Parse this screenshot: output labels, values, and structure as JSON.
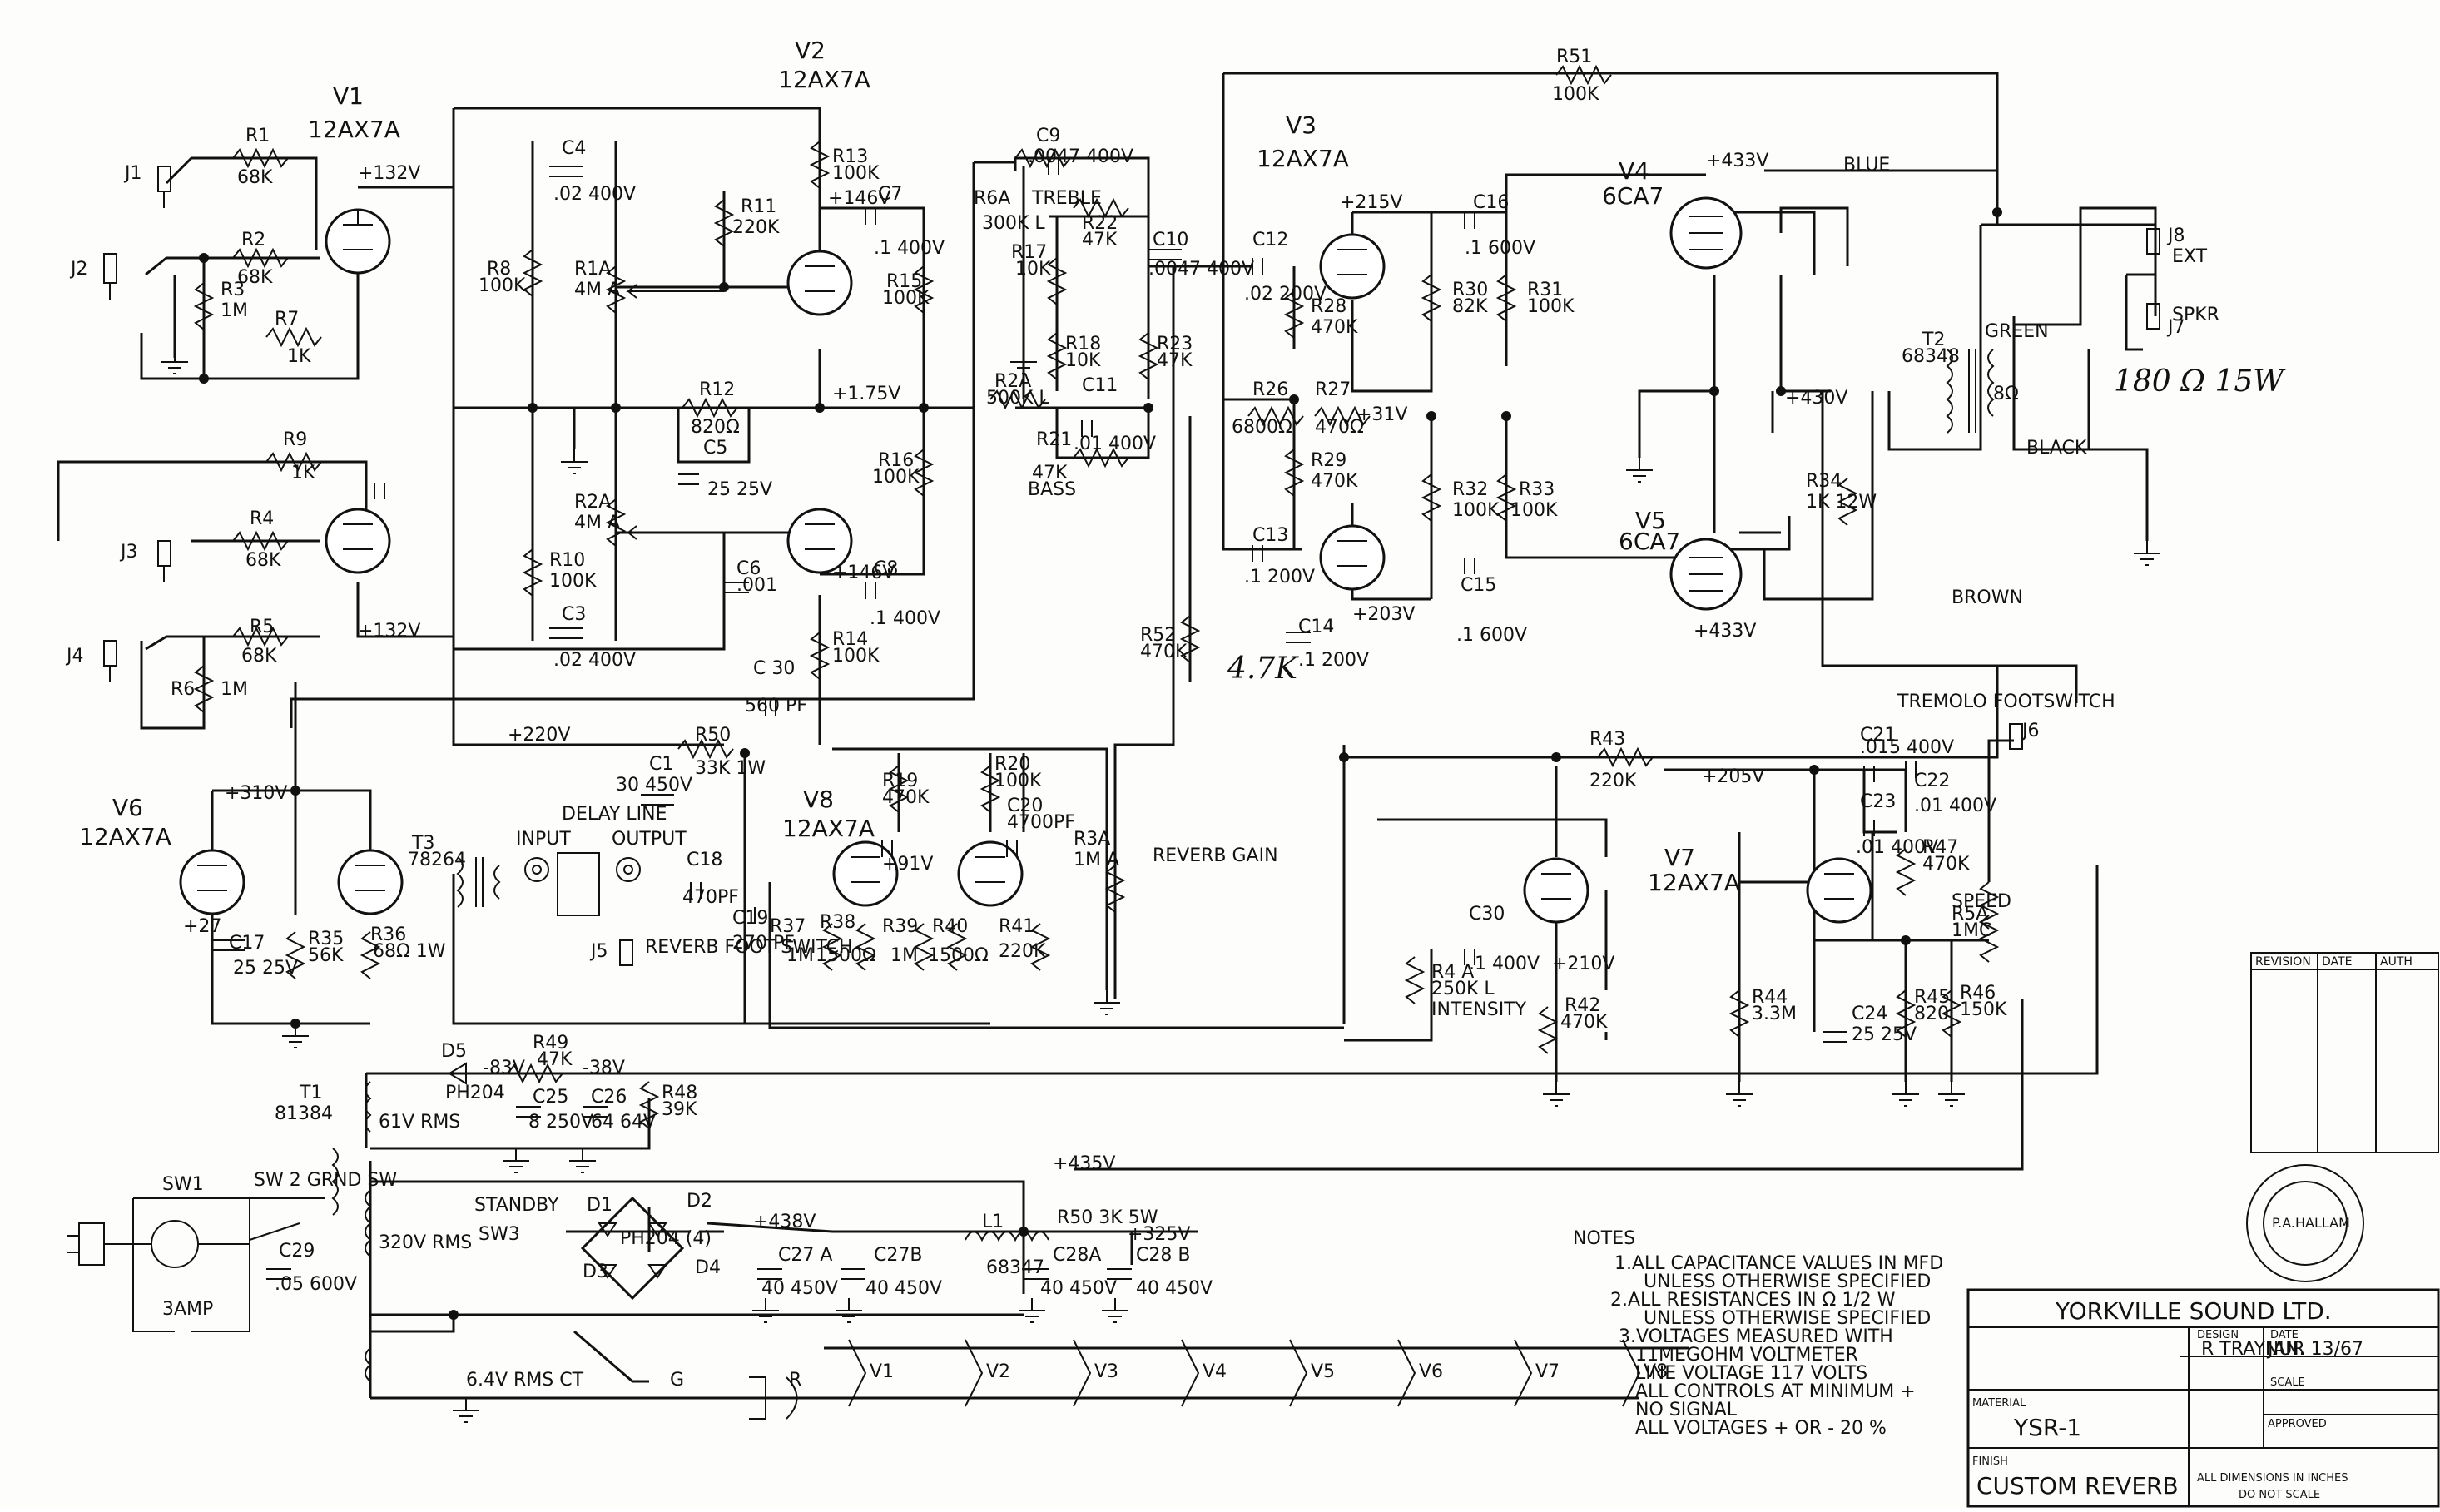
{
  "tubes": [
    {
      "id": "V1",
      "type": "12AX7A"
    },
    {
      "id": "V2",
      "type": "12AX7A"
    },
    {
      "id": "V3",
      "type": "12AX7A"
    },
    {
      "id": "V4",
      "type": "6CA7"
    },
    {
      "id": "V5",
      "type": "6CA7"
    },
    {
      "id": "V6",
      "type": "12AX7A"
    },
    {
      "id": "V7",
      "type": "12AX7A"
    },
    {
      "id": "V8",
      "type": "12AX7A"
    }
  ],
  "jacks": [
    "J1",
    "J2",
    "J3",
    "J4",
    "J5",
    "J6",
    "J7",
    "J8"
  ],
  "resistors": [
    {
      "ref": "R1",
      "value": "68K"
    },
    {
      "ref": "R2",
      "value": "68K"
    },
    {
      "ref": "R3",
      "value": "1M"
    },
    {
      "ref": "R4",
      "value": "68K"
    },
    {
      "ref": "R5",
      "value": "68K"
    },
    {
      "ref": "R6",
      "value": "1M"
    },
    {
      "ref": "R7",
      "value": "1K"
    },
    {
      "ref": "R8",
      "value": "100K"
    },
    {
      "ref": "R9",
      "value": "1K"
    },
    {
      "ref": "R10",
      "value": "100K"
    },
    {
      "ref": "R11",
      "value": "220K"
    },
    {
      "ref": "R12",
      "value": "820Ω"
    },
    {
      "ref": "R13",
      "value": "100K"
    },
    {
      "ref": "R14",
      "value": "100K"
    },
    {
      "ref": "R15",
      "value": "100K"
    },
    {
      "ref": "R16",
      "value": "100K"
    },
    {
      "ref": "R17",
      "value": "10K"
    },
    {
      "ref": "R18",
      "value": "10K"
    },
    {
      "ref": "R21",
      "value": "47K"
    },
    {
      "ref": "R22",
      "value": "47K"
    },
    {
      "ref": "R23",
      "value": "47K"
    },
    {
      "ref": "R26",
      "value": "6800Ω"
    },
    {
      "ref": "R27",
      "value": "470Ω"
    },
    {
      "ref": "R28",
      "value": "470K"
    },
    {
      "ref": "R29",
      "value": "470K"
    },
    {
      "ref": "R30",
      "value": "82K"
    },
    {
      "ref": "R31",
      "value": "100K"
    },
    {
      "ref": "R32",
      "value": "100K"
    },
    {
      "ref": "R33",
      "value": "100K"
    },
    {
      "ref": "R34",
      "value": "1K 12W"
    },
    {
      "ref": "R35",
      "value": "56K"
    },
    {
      "ref": "R36",
      "value": "68Ω 1W"
    },
    {
      "ref": "R37",
      "value": "1M"
    },
    {
      "ref": "R38",
      "value": "1500Ω"
    },
    {
      "ref": "R39",
      "value": "1M"
    },
    {
      "ref": "R40",
      "value": "1500Ω"
    },
    {
      "ref": "R41",
      "value": "220K"
    },
    {
      "ref": "R42",
      "value": "470K"
    },
    {
      "ref": "R43",
      "value": "220K"
    },
    {
      "ref": "R44",
      "value": "3.3M"
    },
    {
      "ref": "R45",
      "value": "820"
    },
    {
      "ref": "R46",
      "value": "150K"
    },
    {
      "ref": "R47",
      "value": "470K"
    },
    {
      "ref": "R48",
      "value": "39K"
    },
    {
      "ref": "R49",
      "value": "47K"
    },
    {
      "ref": "R50",
      "value": "33K 1W"
    },
    {
      "ref": "R51",
      "value": "100K"
    },
    {
      "ref": "R52",
      "value": "470K"
    },
    {
      "ref": "R19",
      "value": "470K"
    },
    {
      "ref": "R20",
      "value": "100K"
    }
  ],
  "pots": [
    {
      "ref": "R1A",
      "value": "4M A"
    },
    {
      "ref": "R2A",
      "value": "4M A"
    },
    {
      "ref": "R6A",
      "value": "300K L",
      "name": "TREBLE"
    },
    {
      "ref": "R2A",
      "value": "500K L",
      "name": "BASS"
    },
    {
      "ref": "R3A",
      "value": "1M A",
      "name": "REVERB GAIN"
    },
    {
      "ref": "R4 A",
      "value": "250K L",
      "name": "INTENSITY"
    },
    {
      "ref": "R5A",
      "value": "1MC",
      "name": "SPEED"
    }
  ],
  "capacitors": [
    {
      "ref": "C1",
      "value": "30 450V"
    },
    {
      "ref": "C3",
      "value": ".02 400V"
    },
    {
      "ref": "C4",
      "value": ".02 400V"
    },
    {
      "ref": "C5",
      "value": "25 25V"
    },
    {
      "ref": "C6",
      "value": ".001"
    },
    {
      "ref": "C7",
      "value": ".1 400V"
    },
    {
      "ref": "C8",
      "value": ".1 400V"
    },
    {
      "ref": "C9",
      "value": ".0047 400V"
    },
    {
      "ref": "C10",
      "value": ".0047 400V"
    },
    {
      "ref": "C11",
      "value": ".01 400V"
    },
    {
      "ref": "C12",
      "value": ".02 200V"
    },
    {
      "ref": "C13",
      "value": ".1 200V"
    },
    {
      "ref": "C14",
      "value": ".1 200V"
    },
    {
      "ref": "C15",
      "value": ".1 600V"
    },
    {
      "ref": "C16",
      "value": ".1 600V"
    },
    {
      "ref": "C17",
      "value": "25 25V"
    },
    {
      "ref": "C18",
      "value": "470PF"
    },
    {
      "ref": "C19",
      "value": "270 PF"
    },
    {
      "ref": "C20",
      "value": "4700PF"
    },
    {
      "ref": "C21",
      "value": ".015 400V"
    },
    {
      "ref": "C22",
      "value": ".01 400V"
    },
    {
      "ref": "C23",
      "value": ".01 400V"
    },
    {
      "ref": "C24",
      "value": "25 25V"
    },
    {
      "ref": "C25",
      "value": "8 250V"
    },
    {
      "ref": "C26",
      "value": "64 64V"
    },
    {
      "ref": "C27 A",
      "value": "40 450V"
    },
    {
      "ref": "C27B",
      "value": "40 450V"
    },
    {
      "ref": "C28A",
      "value": "40 450V"
    },
    {
      "ref": "C28 B",
      "value": "40 450V"
    },
    {
      "ref": "C29",
      "value": ".05 600V"
    },
    {
      "ref": "C30",
      "value": ".1 400V"
    },
    {
      "ref": "C 30",
      "value": "560 PF"
    }
  ],
  "voltages": [
    "+132V",
    "+132V",
    "+146V",
    "+146V",
    "+1.75V",
    "+220V",
    "+215V",
    "+31V",
    "+203V",
    "+433V",
    "+433V",
    "+430V",
    "+205V",
    "+210V",
    "+310V",
    "+27",
    "+91V",
    "-83V",
    "-38V",
    "+435V",
    "+438V",
    "+325V"
  ],
  "transformers": [
    {
      "ref": "T1",
      "part": "81384"
    },
    {
      "ref": "T2",
      "part": "68348"
    },
    {
      "ref": "T3",
      "part": "78264"
    },
    {
      "ref": "L1",
      "part": "68347"
    }
  ],
  "labels": {
    "delay_line": "DELAY LINE",
    "input": "INPUT",
    "output": "OUTPUT",
    "reverb_foot_switch": "REVERB FOOT SWITCH",
    "tremolo_footswitch": "TREMOLO FOOTSWITCH",
    "ext": "EXT",
    "spkr": "SPKR",
    "blue": "BLUE",
    "green": "GREEN",
    "black": "BLACK",
    "brown": "BROWN",
    "eight_ohm": "8Ω",
    "handwritten_load": "180 Ω 15W",
    "handwritten_r14": "4.7K",
    "standby": "STANDBY",
    "sw1": "SW1",
    "sw2": "SW 2 GRND SW",
    "sw3": "SW3",
    "fuse": "3AMP",
    "d1": "D1",
    "d2": "D2",
    "d3": "D3",
    "d4": "D4",
    "d5": "D5",
    "bridge": "PH204 (4)",
    "ph204": "PH204",
    "pl_g": "G",
    "pl_r": "R",
    "t1_ct_a": "61V RMS",
    "t1_ct_b": "320V RMS",
    "t1_ct_c": "6.4V RMS CT",
    "l1_r": "R50 3K 5W"
  },
  "notes": {
    "title": "NOTES",
    "lines": [
      "1.ALL CAPACITANCE VALUES IN MFD",
      "UNLESS OTHERWISE SPECIFIED",
      "2.ALL RESISTANCES IN Ω 1/2 W",
      "UNLESS OTHERWISE SPECIFIED",
      "3.VOLTAGES MEASURED WITH",
      "11MEGOHM VOLTMETER",
      "LINE VOLTAGE 117 VOLTS",
      "ALL CONTROLS AT MINIMUM +",
      "NO SIGNAL",
      "ALL VOLTAGES + OR - 20 %"
    ]
  },
  "title_block": {
    "company": "YORKVILLE SOUND LTD.",
    "design_label": "DESIGN",
    "designer": "R TRAYNUR",
    "date_label": "DATE",
    "date": "JAN. 13/67",
    "scale_label": "SCALE",
    "material_label": "MATERIAL",
    "model": "YSR-1",
    "approved_label": "APPROVED",
    "finish_label": "FINISH",
    "name": "CUSTOM REVERB",
    "dims_note_1": "ALL DIMENSIONS IN INCHES",
    "dims_note_2": "DO NOT SCALE",
    "seal_name": "P.A.HALLAM",
    "revision_cols": [
      "REVISION",
      "DATE",
      "AUTH"
    ]
  }
}
